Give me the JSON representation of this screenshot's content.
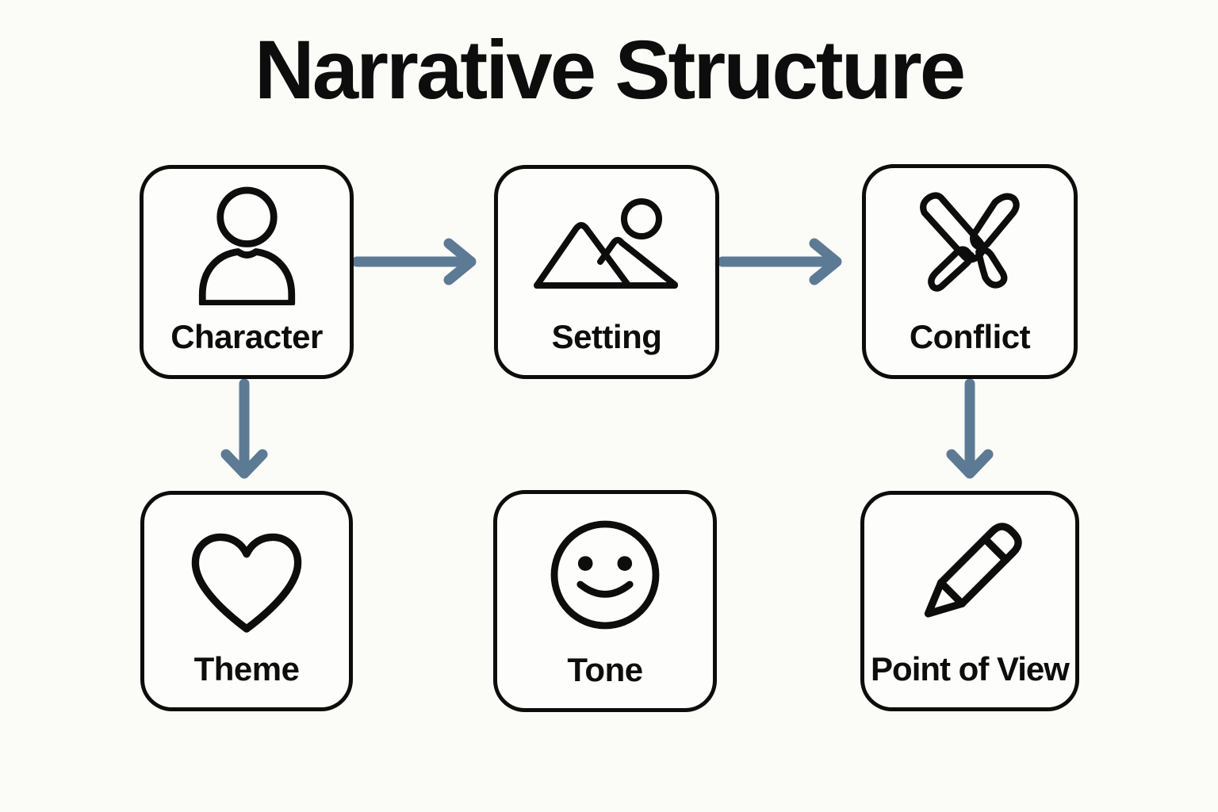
{
  "title": "Narrative Structure",
  "colors": {
    "background": "#fbfbf8",
    "box_fill": "#fdfdfb",
    "box_border": "#0d0d0d",
    "text": "#0d0d0d",
    "arrow": "#5d7a95"
  },
  "nodes": [
    {
      "id": "character",
      "label": "Character",
      "icon": "person-icon"
    },
    {
      "id": "setting",
      "label": "Setting",
      "icon": "mountain-sun-icon"
    },
    {
      "id": "conflict",
      "label": "Conflict",
      "icon": "crossed-swords-icon"
    },
    {
      "id": "theme",
      "label": "Theme",
      "icon": "heart-icon"
    },
    {
      "id": "tone",
      "label": "Tone",
      "icon": "smiley-face-icon"
    },
    {
      "id": "pov",
      "label": "Point of View",
      "icon": "pencil-icon"
    }
  ],
  "connections": [
    {
      "from": "Character",
      "to": "Setting",
      "direction": "right"
    },
    {
      "from": "Setting",
      "to": "Conflict",
      "direction": "right"
    },
    {
      "from": "Character",
      "to": "Theme",
      "direction": "down"
    },
    {
      "from": "Conflict",
      "to": "Point of View",
      "direction": "down"
    }
  ]
}
